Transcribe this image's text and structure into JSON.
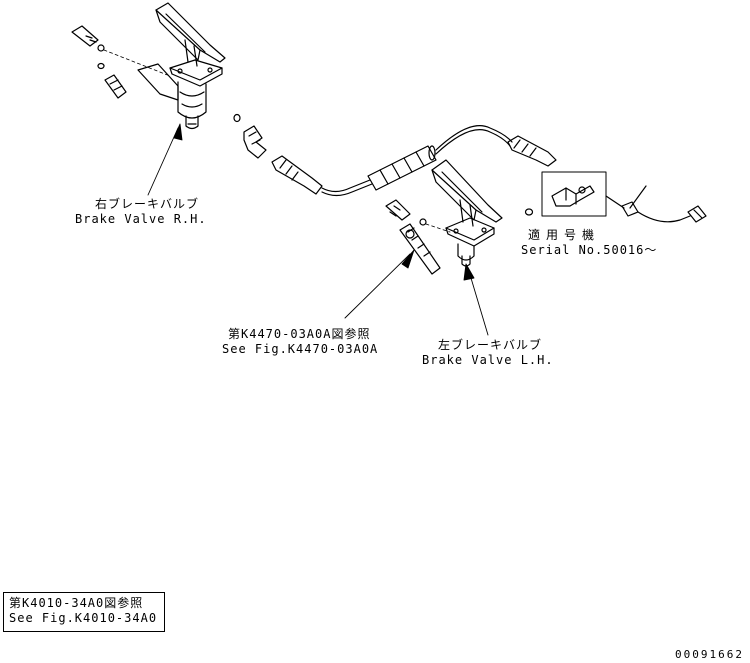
{
  "labels": {
    "rh_jp": "右ブレーキバルブ",
    "rh_en": "Brake Valve R.H.",
    "lh_jp": "左ブレーキバルブ",
    "lh_en": "Brake Valve L.H.",
    "serial_jp": "適用号機",
    "serial_en": "Serial No.50016～",
    "ref_mid_jp": "第K4470-03A0A図参照",
    "ref_mid_en": "See Fig.K4470-03A0A",
    "ref_box_jp": "第K4010-34A0図参照",
    "ref_box_en": "See Fig.K4010-34A0",
    "doc_number": "00091662"
  },
  "colors": {
    "line": "#000000",
    "background": "#ffffff"
  }
}
